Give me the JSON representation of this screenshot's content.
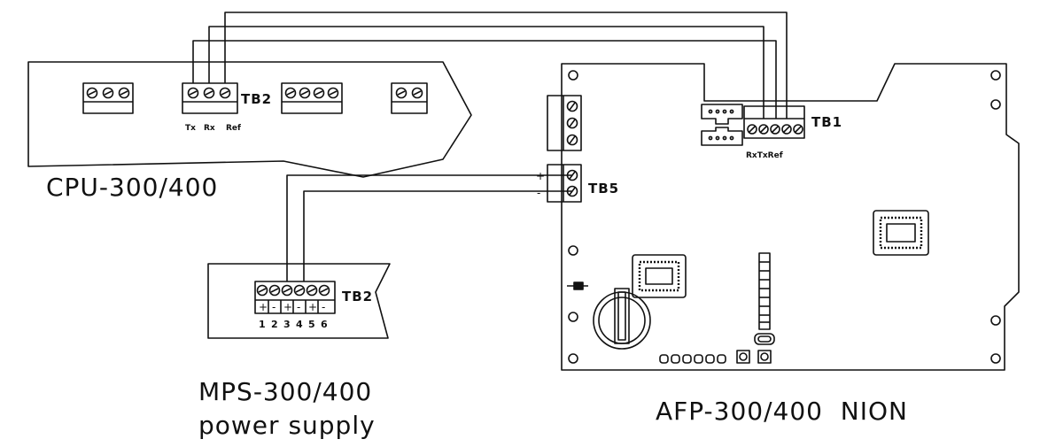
{
  "cpu": {
    "title": "CPU-300/400",
    "tb_label": "TB2",
    "pins": [
      "Tx",
      "Rx",
      "Ref"
    ]
  },
  "mps": {
    "title": "MPS-300/400",
    "subtitle": "power supply",
    "tb_label": "TB2",
    "polarity": [
      "+",
      "-",
      "+",
      "-",
      "+",
      "-"
    ],
    "pin_numbers": [
      "1",
      "2",
      "3",
      "4",
      "5",
      "6"
    ]
  },
  "afp": {
    "title": "AFP-300/400  NION",
    "tb1_label": "TB1",
    "tb1_pins": "RxTxRef",
    "tb5_label": "TB5",
    "tb5_polarity": [
      "+",
      "-"
    ]
  }
}
